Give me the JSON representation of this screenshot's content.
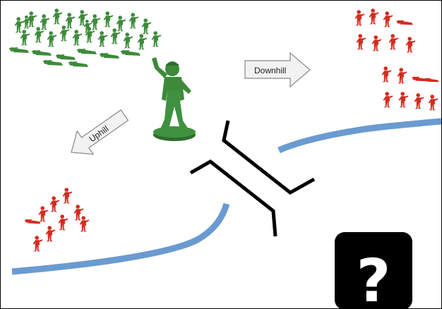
{
  "arrows": {
    "downhill_label": "Downhill",
    "uphill_label": "Uphill"
  },
  "colors": {
    "green_army": "#3c8a3a",
    "red_army": "#d52a1e",
    "river": "#6a9bd0",
    "bridge": "#000000",
    "question_box": "#000000"
  },
  "icons": {
    "question": "?",
    "bridge": "bridge-symbol-icon",
    "leader": "soldier-figure-icon"
  },
  "groups": {
    "green_top_left": "green-soldier-crowd",
    "red_top_right": "red-soldier-group",
    "red_left": "red-soldier-group"
  }
}
